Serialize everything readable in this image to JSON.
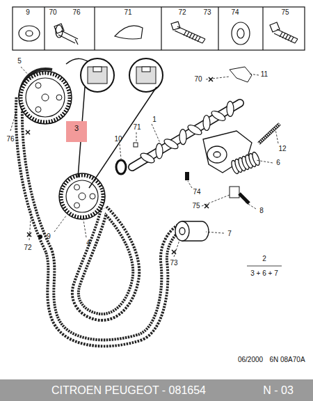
{
  "diagram": {
    "caption": "CITROEN PEUGEOT - 081654",
    "nodes": [
      {
        "text": [
          "3"
        ]
      }
    ],
    "labels": [
      "9",
      "70",
      "76",
      "71",
      "72",
      "73",
      "74",
      "75",
      "5",
      "76",
      "1",
      "71",
      "11",
      "70",
      "10",
      "12",
      "6",
      "74",
      "8",
      "75",
      "7",
      "72",
      "9",
      "4",
      "73",
      "2",
      "3 + 6 + 7",
      "06/2000",
      "6N 08A70A",
      "N - 03"
    ]
  }
}
